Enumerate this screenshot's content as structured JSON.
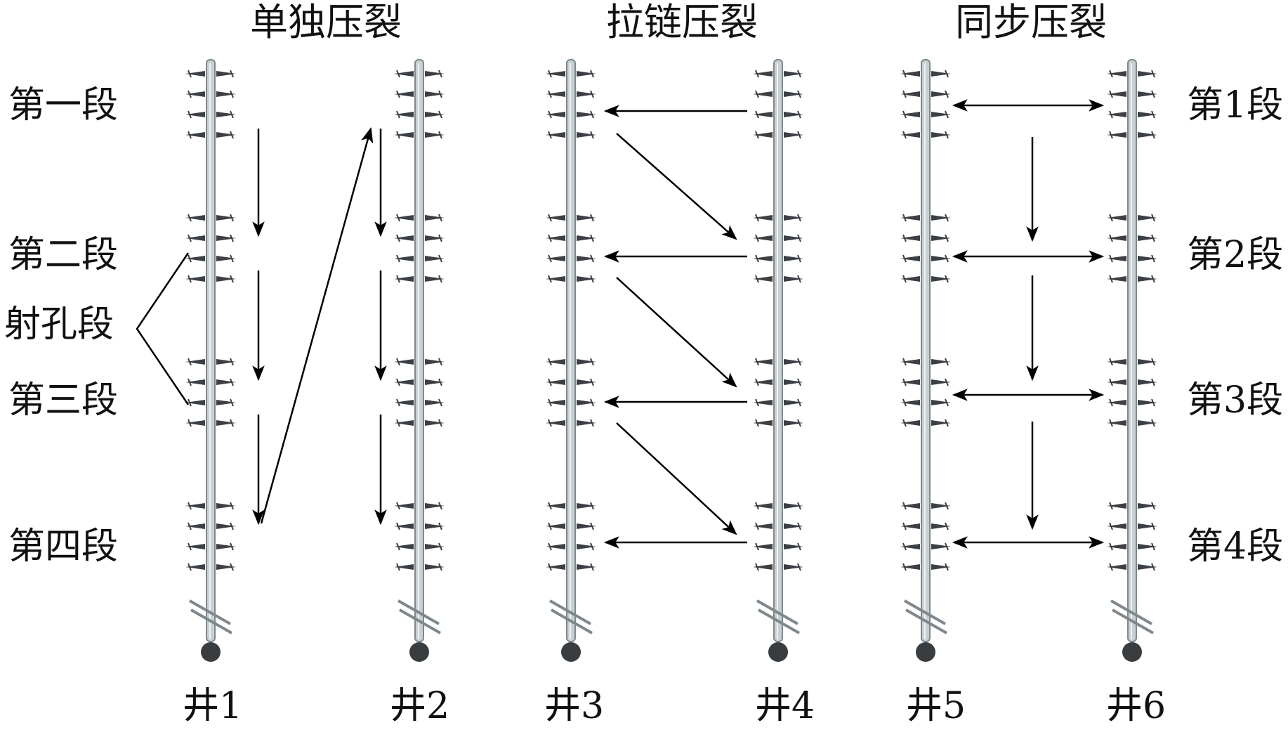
{
  "titles": {
    "separate": "单独压裂",
    "zipper": "拉链压裂",
    "simultaneous": "同步压裂"
  },
  "left_stage_labels": [
    "第一段",
    "第二段",
    "第三段",
    "第四段"
  ],
  "perforation_label": "射孔段",
  "right_stage_labels": [
    "第1段",
    "第2段",
    "第3段",
    "第4段"
  ],
  "well_labels": [
    "井1",
    "井2",
    "井3",
    "井4",
    "井5",
    "井6"
  ],
  "colors": {
    "pipe_fill": "#c9d0d3",
    "pipe_edge": "#7f888c",
    "perforation": "#3c4044",
    "well_bottom": "#3a3d40",
    "arrow": "#000000"
  }
}
